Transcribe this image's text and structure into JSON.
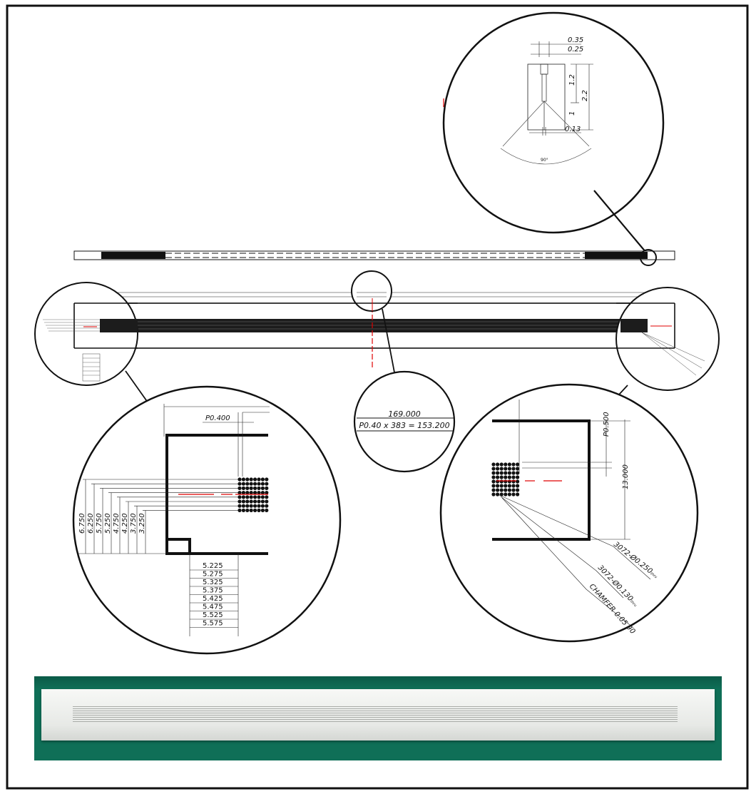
{
  "colors": {
    "line": "#111111",
    "red": "#e00000",
    "photo_bg": "#0f6f57"
  },
  "detail_top": {
    "dim_a": "0.35",
    "dim_b": "0.25",
    "dim_c": "1.2",
    "dim_d": "2.2",
    "dim_e": "1",
    "dim_f": "0.13",
    "angle": "90°"
  },
  "detail_center": {
    "length": "169.000",
    "pitch": "P0.40 x 383 = 153.200"
  },
  "detail_left": {
    "pitch_label": "P0.400",
    "vertical_dims": [
      "6.750",
      "6.250",
      "5.750",
      "5.250",
      "4.750",
      "4.250",
      "3.750",
      "3.250"
    ],
    "table_rows": [
      "5.225",
      "5.275",
      "5.325",
      "5.375",
      "5.425",
      "5.475",
      "5.525",
      "5.575"
    ]
  },
  "detail_right": {
    "pitch_label": "P0.500",
    "height_label": "13.000",
    "callout_1": "3072-Ø0.250",
    "callout_1_sub": "thru",
    "callout_2": "3072-Ø0.130",
    "callout_2_sub": "thru",
    "callout_3": "CHAMFER 0.05 90"
  }
}
